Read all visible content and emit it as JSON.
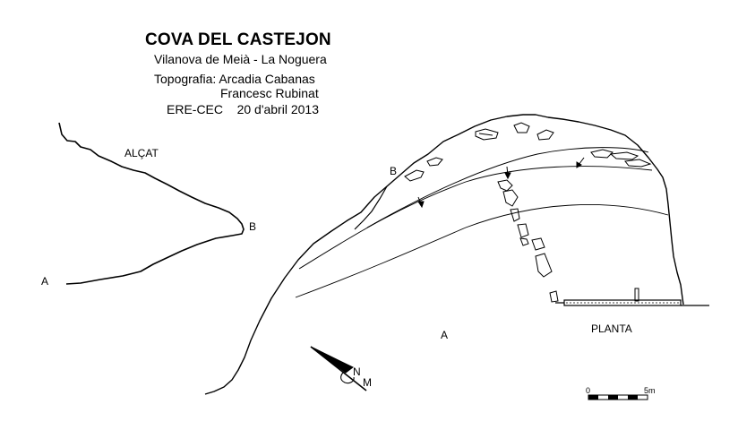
{
  "title": "COVA DEL CASTEJON",
  "subtitle": "Vilanova de Meià - La Noguera",
  "credits": {
    "line1": "Topografia: Arcadia Cabanas",
    "line2": "Francesc Rubinat",
    "line3": "ERE-CEC    20 d'abril 2013"
  },
  "labels": {
    "alcat": "ALÇAT",
    "alcat_b": "B",
    "alcat_a": "A",
    "planta": "PLANTA",
    "planta_b": "B",
    "planta_a": "A"
  },
  "north_arrow": {
    "n": "N",
    "m": "M"
  },
  "scale_bar": {
    "start": "0",
    "end": "5m"
  },
  "colors": {
    "ink": "#000000",
    "background": "#ffffff"
  }
}
